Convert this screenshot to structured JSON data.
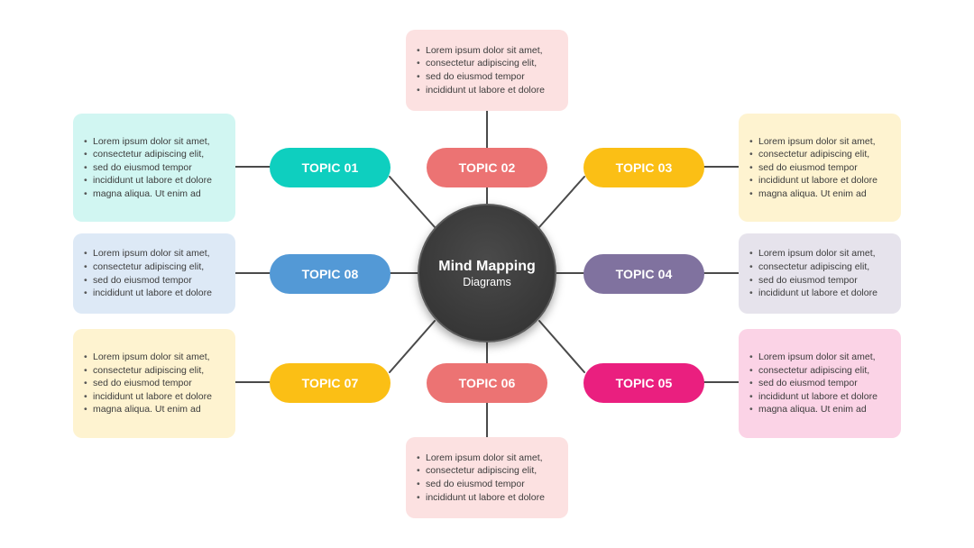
{
  "colors": {
    "teal": "#0ecfbf",
    "coral": "#ec7373",
    "yellow": "#fbbf15",
    "purple": "#80729f",
    "magenta": "#ea1f7f",
    "blue": "#5399d6",
    "line": "#4a4a4a",
    "center": "#3a3a3a"
  },
  "center": {
    "title": "Mind Mapping",
    "subtitle": "Diagrams"
  },
  "topics": [
    {
      "id": "01",
      "label": "TOPIC 01",
      "color": "#0ecfbf",
      "box_bg": "#d1f6f2",
      "lines": [
        "Lorem ipsum dolor sit amet,",
        "consectetur adipiscing elit,",
        "sed do eiusmod tempor",
        "incididunt ut labore et dolore",
        "magna aliqua. Ut enim ad"
      ]
    },
    {
      "id": "02",
      "label": "TOPIC 02",
      "color": "#ec7373",
      "box_bg": "#fce1e1",
      "lines": [
        "Lorem ipsum dolor sit amet,",
        "consectetur adipiscing elit,",
        "sed do eiusmod tempor",
        "incididunt ut labore et dolore"
      ]
    },
    {
      "id": "03",
      "label": "TOPIC 03",
      "color": "#fbbf15",
      "box_bg": "#fef3d0",
      "lines": [
        "Lorem ipsum dolor sit amet,",
        "consectetur adipiscing elit,",
        "sed do eiusmod tempor",
        "incididunt ut labore et dolore",
        "magna aliqua. Ut enim ad"
      ]
    },
    {
      "id": "04",
      "label": "TOPIC 04",
      "color": "#80729f",
      "box_bg": "#e6e3ec",
      "lines": [
        "Lorem ipsum dolor sit amet,",
        "consectetur adipiscing elit,",
        "sed do eiusmod tempor",
        "incididunt ut labore et dolore"
      ]
    },
    {
      "id": "05",
      "label": "TOPIC 05",
      "color": "#ea1f7f",
      "box_bg": "#fbd3e6",
      "lines": [
        "Lorem ipsum dolor sit amet,",
        "consectetur adipiscing elit,",
        "sed do eiusmod tempor",
        "incididunt ut labore et dolore",
        "magna aliqua. Ut enim ad"
      ]
    },
    {
      "id": "06",
      "label": "TOPIC 06",
      "color": "#ec7373",
      "box_bg": "#fce1e1",
      "lines": [
        "Lorem ipsum dolor sit amet,",
        "consectetur adipiscing elit,",
        "sed do eiusmod tempor",
        "incididunt ut labore et dolore"
      ]
    },
    {
      "id": "07",
      "label": "TOPIC 07",
      "color": "#fbbf15",
      "box_bg": "#fef3d0",
      "lines": [
        "Lorem ipsum dolor sit amet,",
        "consectetur adipiscing elit,",
        "sed do eiusmod tempor",
        "incididunt ut labore et dolore",
        "magna aliqua. Ut enim ad"
      ]
    },
    {
      "id": "08",
      "label": "TOPIC 08",
      "color": "#5399d6",
      "box_bg": "#dde9f6",
      "lines": [
        "Lorem ipsum dolor sit amet,",
        "consectetur adipiscing elit,",
        "sed do eiusmod tempor",
        "incididunt ut labore et dolore"
      ]
    }
  ]
}
